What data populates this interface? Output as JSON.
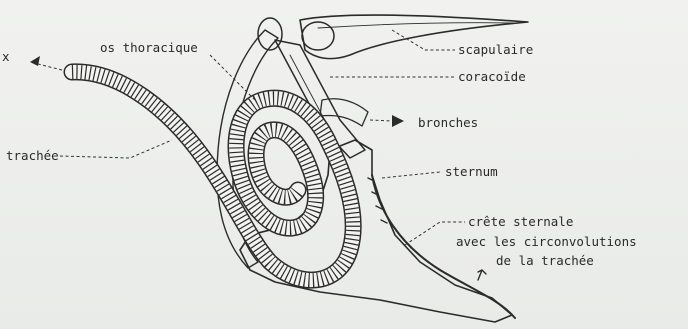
{
  "labels": {
    "os_thoracique": "os thoracique",
    "scapulaire": "scapulaire",
    "coracoide": "coracoïde",
    "bronches": "bronches",
    "trachee": "trachée",
    "sternum": "sternum",
    "crete_line1": "crête sternale",
    "crete_line2": "avec les circonvolutions",
    "crete_line3": "de la trachée",
    "x_marker": "x"
  },
  "colors": {
    "paper": "#eef0ed",
    "ink": "#2b2b2b"
  }
}
